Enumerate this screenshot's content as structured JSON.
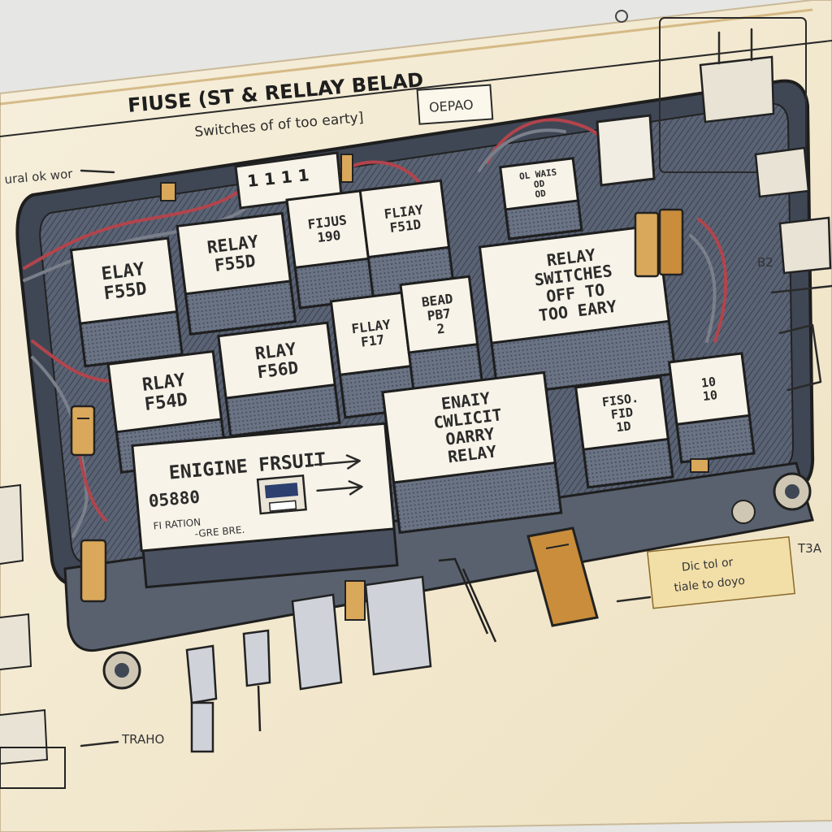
{
  "title": "FIUSE (ST & RELLAY BELAD",
  "subtitle": "Switches of of too earty]",
  "header_tag": "OEPAO",
  "wire_label": "ural ok wor",
  "bottom_label": "TRAHO",
  "right_label": "B2",
  "right_edge_label": "T3A",
  "note_card": {
    "line1": "Dic tol or",
    "line2": "tiale to doyo"
  },
  "top_fuse_strip": "1 1   1  1",
  "relays": [
    {
      "lines": [
        "ELAY",
        "F55D"
      ]
    },
    {
      "lines": [
        "RELAY",
        "F55D"
      ]
    },
    {
      "lines": [
        "FIJUS",
        "190"
      ]
    },
    {
      "lines": [
        "FLIAY",
        "F51D"
      ]
    },
    {
      "lines": [
        "RLAY",
        "F54D"
      ]
    },
    {
      "lines": [
        "RLAY",
        "F56D"
      ]
    },
    {
      "lines": [
        "FLLAY",
        "F17"
      ]
    },
    {
      "lines": [
        "BEAD",
        "PB7",
        "2"
      ]
    },
    {
      "lines": [
        "OL WAIS",
        "OD",
        "OD"
      ]
    },
    {
      "lines": [
        "RELAY",
        "SWITCHES",
        "OFF TO",
        "TOO EARY"
      ]
    },
    {
      "lines": [
        "ENAIY",
        "CWLICIT",
        "OARRY",
        "RELAY"
      ]
    },
    {
      "lines": [
        "FISO.",
        "FID",
        "1D"
      ]
    },
    {
      "lines": [
        "10",
        "10"
      ]
    }
  ],
  "engine_block": {
    "title": "ENIGINE FRSUIT",
    "code": "05880",
    "footnote1": "FI RATION",
    "footnote2": "-GRE BRE."
  },
  "colors": {
    "paper": "#f4ecd6",
    "housing": "#4d5666",
    "relay_face": "#f7f3e8",
    "wire_red": "#b2444c",
    "fuse_tan": "#d9a85a"
  }
}
